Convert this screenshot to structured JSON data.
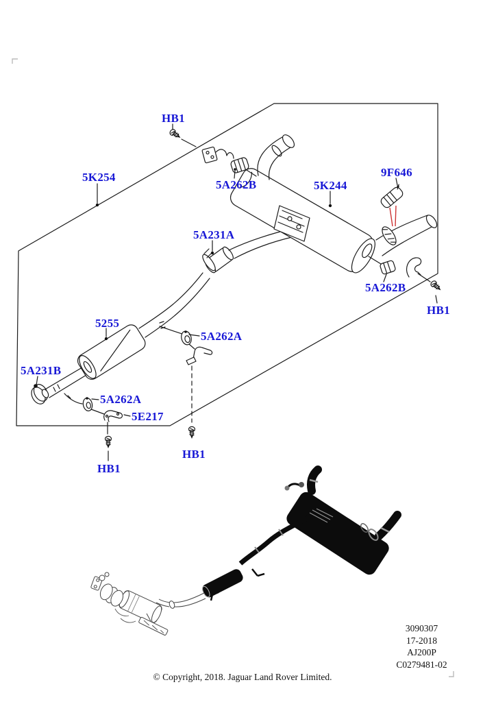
{
  "colors": {
    "label_blue": "#1717d6",
    "line_black": "#1a1a1a",
    "leader_red": "#cc3333",
    "corner_mark_gray": "#bbbbbb"
  },
  "labels": {
    "hb1_top": "HB1",
    "pipe_5k254": "5K254",
    "insulator_5a262b_front": "5A262B",
    "muffler_5k244": "5K244",
    "bracket_9f646": "9F646",
    "clamp_5a231a": "5A231A",
    "insulator_5a262b_rear": "5A262B",
    "hb1_right": "HB1",
    "resonator_5255": "5255",
    "insulator_5a262a_right": "5A262A",
    "clamp_5a231b": "5A231B",
    "insulator_5a262a_left": "5A262A",
    "bracket_5e217": "5E217",
    "hb1_bottom_left": "HB1",
    "hb1_bottom_right": "HB1"
  },
  "doc_info": {
    "ref_number": "3090307",
    "date_code": "17-2018",
    "platform_code": "AJ200P",
    "drawing_code": "C0279481-02"
  },
  "footer": {
    "copyright": "© Copyright, 2018. Jaguar Land Rover Limited."
  }
}
